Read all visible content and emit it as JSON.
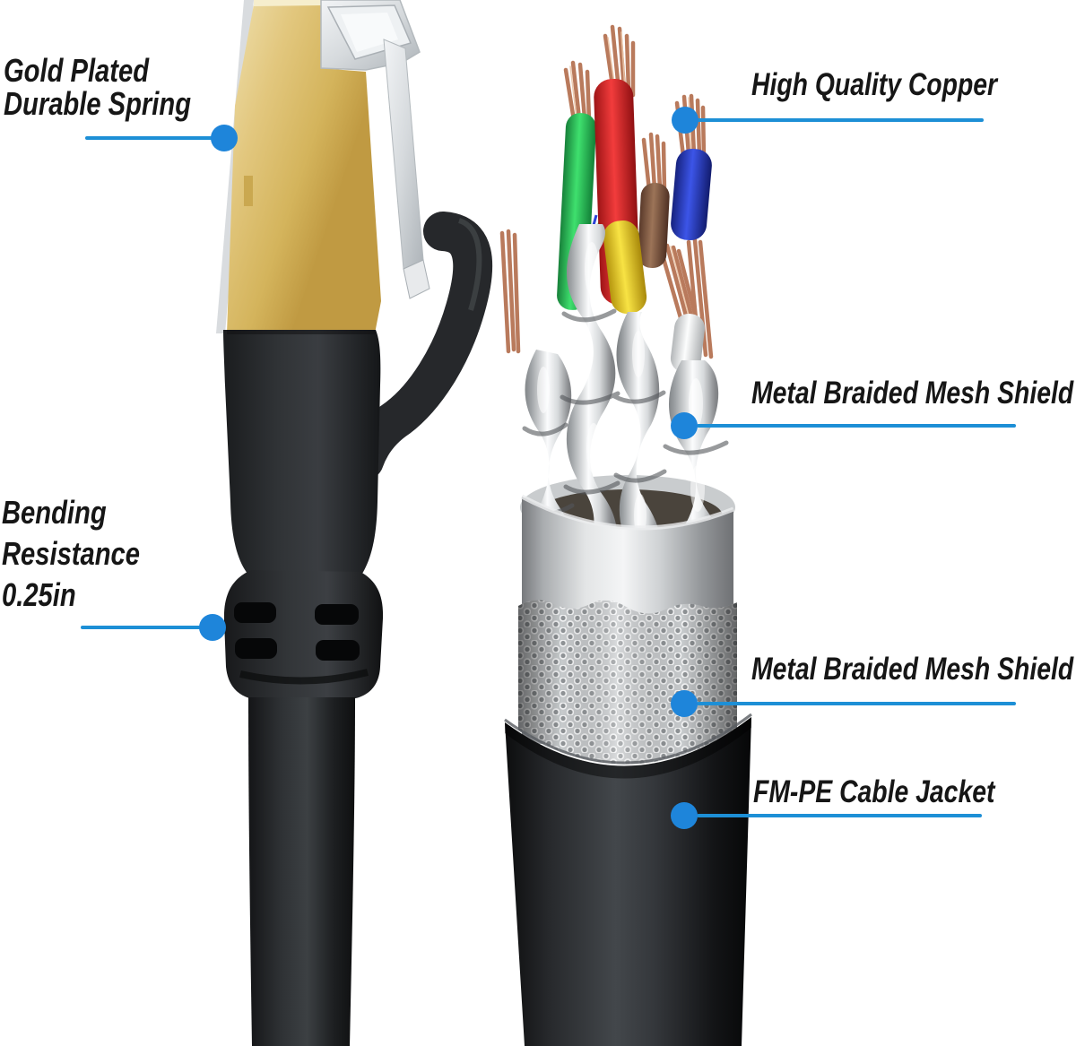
{
  "figure": "ethernet-cable-construction-diagram",
  "accent_color": "#1d8fd6",
  "dot_color": "#1e85da",
  "text_color": "#161616",
  "background_color": "#ffffff",
  "callouts": {
    "gold_spring": {
      "line1": "Gold Plated",
      "line2": "Durable Spring"
    },
    "high_quality_copper": {
      "label": "High Quality Copper"
    },
    "mesh_shield_upper": {
      "label": "Metal Braided Mesh Shield"
    },
    "bending_resistance": {
      "line1": "Bending",
      "line2": "Resistance",
      "line3": "0.25in"
    },
    "mesh_shield_lower": {
      "label": "Metal Braided Mesh Shield"
    },
    "cable_jacket": {
      "label": "FM-PE Cable Jacket"
    }
  },
  "illustration": {
    "parts": [
      "rj45-gold-plated-connector",
      "clear-latch-spring",
      "black-connector-body",
      "strain-relief-boot",
      "round-cable",
      "copper-conductor-strands",
      "insulated-wires",
      "foil-wrapped-twisted-pairs",
      "foil-shield-cylinder",
      "braided-mesh-shield",
      "outer-pe-jacket"
    ],
    "colors": {
      "gold": "#dfc176",
      "clear_plastic": "#d6dadd",
      "connector_black": "#2e3134",
      "jacket_black": "#202225",
      "shield_silver": "#d7d9db",
      "wire_green": "#2fcf63",
      "wire_red": "#e23030",
      "wire_brown": "#8a5f48",
      "wire_blue": "#2b43d6",
      "wire_yellow": "#f2d829",
      "wire_white": "#f0f1f2",
      "copper": "#c98b6c"
    }
  }
}
